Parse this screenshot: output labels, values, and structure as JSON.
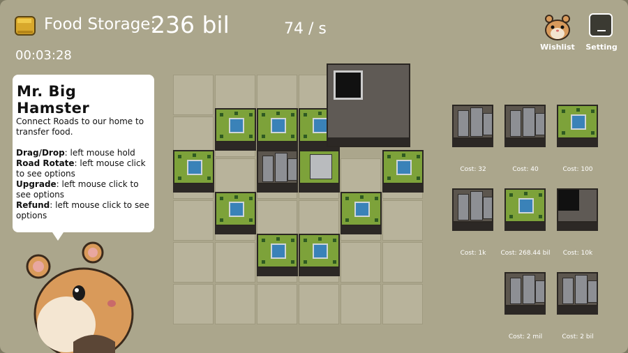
{
  "hud": {
    "food_label": "Food Storage:",
    "food_value": "236 bil",
    "rate": "74 / s",
    "timer": "00:03:28",
    "food_icon": "cheese-icon"
  },
  "buttons": {
    "wishlist": "Wishlist",
    "setting": "Setting"
  },
  "tip": {
    "title": "Mr. Big Hamster",
    "intro": "Connect Roads to our home to transfer food.",
    "lines": [
      {
        "key": "Drag/Drop",
        "text": ": left mouse hold"
      },
      {
        "key": "Road Rotate",
        "text": ": left mouse click to see options"
      },
      {
        "key": "Upgrade",
        "text": ": left mouse click to see options"
      },
      {
        "key": "Refund",
        "text": ": left mouse click to see options"
      }
    ]
  },
  "shop": {
    "items": [
      {
        "name": "road-office-tile",
        "cost": "Cost: 32"
      },
      {
        "name": "road-shop-tile",
        "cost": "Cost: 40"
      },
      {
        "name": "road-corner-tile",
        "cost": "Cost: 100"
      },
      {
        "name": "factory-tile",
        "cost": "Cost: 1k"
      },
      {
        "name": "park-tile",
        "cost": "Cost: 268.44 bil"
      },
      {
        "name": "warehouse-tile",
        "cost": "Cost: 10k"
      },
      {
        "name": "office-tower-tile",
        "cost": "Cost: 2 mil"
      },
      {
        "name": "monument-tile",
        "cost": "Cost: 2 bil"
      }
    ]
  },
  "colors": {
    "background": "#aba68c",
    "grass": "#7da23a",
    "water": "#3a82b8",
    "text": "#ffffff"
  }
}
